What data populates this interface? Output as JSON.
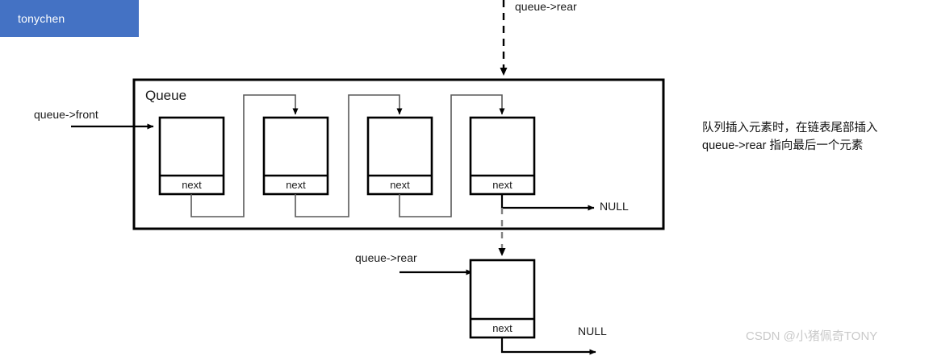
{
  "banner": {
    "username": "tonychen"
  },
  "diagram": {
    "container_title": "Queue",
    "pointer_front": "queue->front",
    "pointer_rear_top": "queue->rear",
    "pointer_rear_bottom": "queue->rear",
    "null_label_inside": "NULL",
    "null_label_outside": "NULL",
    "node_field_label": "next",
    "nodes": [
      {
        "id": "node-1",
        "next_label": "next"
      },
      {
        "id": "node-2",
        "next_label": "next"
      },
      {
        "id": "node-3",
        "next_label": "next"
      },
      {
        "id": "node-4",
        "next_label": "next"
      }
    ],
    "new_node": {
      "id": "node-new",
      "next_label": "next"
    }
  },
  "annotation": {
    "line1": "队列插入元素时，在链表尾部插入",
    "line2": "queue->rear 指向最后一个元素"
  },
  "watermark": {
    "text": "CSDN @小猪佩奇TONY"
  },
  "colors": {
    "banner_bg": "#4472c4",
    "stroke": "#000000",
    "connector": "#595959",
    "dashed": "#808080",
    "watermark": "#c9c9c9"
  }
}
